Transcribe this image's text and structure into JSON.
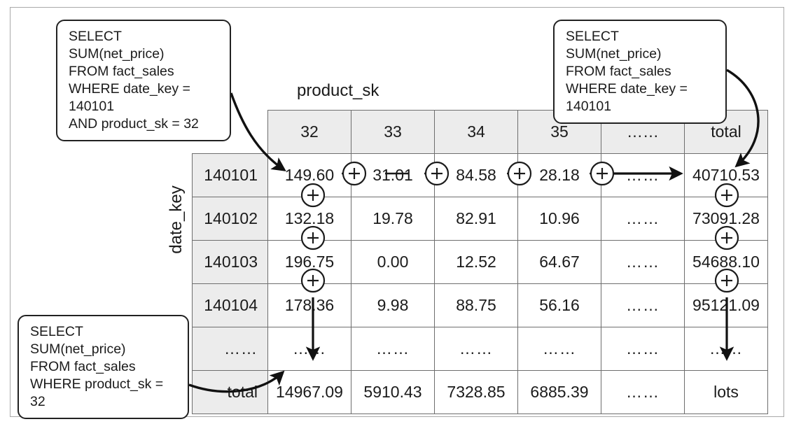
{
  "figure": {
    "column_axis_label": "product_sk",
    "row_axis_label": "date_key"
  },
  "callouts": {
    "cell_query": "SELECT SUM(net_price)\nFROM fact_sales\nWHERE date_key = 140101\nAND product_sk = 32",
    "row_total_query": "SELECT SUM(net_price)\nFROM fact_sales\nWHERE date_key = 140101",
    "column_total_query": "SELECT SUM(net_price)\nFROM fact_sales\nWHERE product_sk = 32"
  },
  "table": {
    "corner": "",
    "column_headers": [
      "32",
      "33",
      "34",
      "35",
      "……",
      "total"
    ],
    "rows": [
      {
        "label": "140101",
        "cells": [
          "149.60",
          "31.01",
          "84.58",
          "28.18",
          "……",
          "40710.53"
        ]
      },
      {
        "label": "140102",
        "cells": [
          "132.18",
          "19.78",
          "82.91",
          "10.96",
          "……",
          "73091.28"
        ]
      },
      {
        "label": "140103",
        "cells": [
          "196.75",
          "0.00",
          "12.52",
          "64.67",
          "……",
          "54688.10"
        ]
      },
      {
        "label": "140104",
        "cells": [
          "178.36",
          "9.98",
          "88.75",
          "56.16",
          "……",
          "95121.09"
        ]
      },
      {
        "label": "……",
        "cells": [
          "……",
          "……",
          "……",
          "……",
          "……",
          "……"
        ]
      },
      {
        "label": "total",
        "cells": [
          "14967.09",
          "5910.43",
          "7328.85",
          "6885.39",
          "……",
          "lots"
        ]
      }
    ]
  },
  "symbols": {
    "plus": "+",
    "plus_label": "plus-operator"
  },
  "colors": {
    "header_fill": "#ececec",
    "grid_line": "#6e6e6e",
    "ink": "#1b1b1b",
    "frame": "#a9a9a9"
  }
}
